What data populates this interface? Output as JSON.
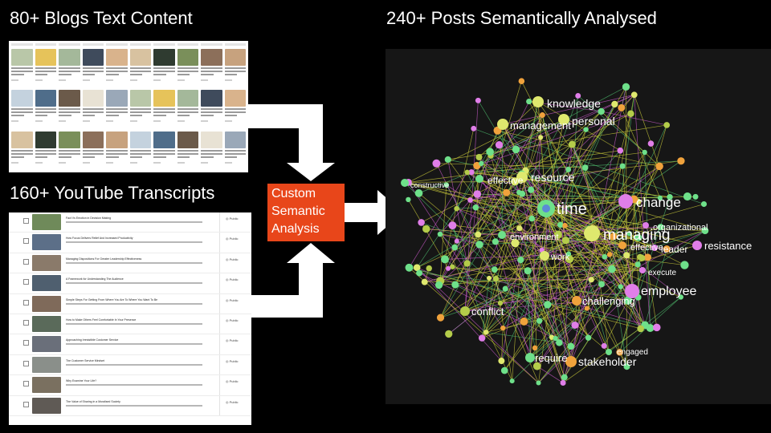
{
  "headings": {
    "blogs": "80+ Blogs Text Content",
    "youtube": "160+ YouTube Transcripts",
    "posts": "240+ Posts Semantically Analysed"
  },
  "analysis_box": {
    "line1": "Custom",
    "line2": "Semantic",
    "line3": "Analysis",
    "color": "#e8461a"
  },
  "youtube_list": {
    "rows": [
      {
        "title": "Fact Vs Emotion in Decision Making",
        "status": "Public"
      },
      {
        "title": "How Focus Delivers Relief And Increased Productivity",
        "status": "Public"
      },
      {
        "title": "Managing Dispositions For Greater Leadership Effectiveness",
        "status": "Public"
      },
      {
        "title": "A Framework for Understanding The Audience",
        "status": "Public"
      },
      {
        "title": "Simple Steps For Getting From Where You Are To Where You Want To Be",
        "status": "Public"
      },
      {
        "title": "How to Make Others Feel Comfortable In Your Presence",
        "status": "Public"
      },
      {
        "title": "Approaching Irresistible Customer Service",
        "status": "Public"
      },
      {
        "title": "The Customer Service Mindset",
        "status": "Public"
      },
      {
        "title": "Why Examine Your Life?",
        "status": "Public"
      },
      {
        "title": "The Value of Sharing in a Moralised Society",
        "status": "Public"
      }
    ]
  },
  "graph": {
    "labels": {
      "time": "time",
      "managing": "managing",
      "change": "change",
      "employee": "employee",
      "knowledge": "knowledge",
      "management": "management",
      "personal": "personal",
      "resource": "resource",
      "effective": "effective",
      "constructive": "constructive",
      "environment": "environment",
      "work": "work",
      "organizational": "organizational",
      "resistance": "resistance",
      "effective2": "effective",
      "leader": "leader",
      "execute": "execute",
      "challenging": "challenging",
      "conflict": "conflict",
      "require": "require",
      "stakeholder": "stakeholder",
      "engaged": "engaged"
    },
    "colors": {
      "green": "#6ee08a",
      "yellow": "#dfe86e",
      "orange": "#f0a23c",
      "pink": "#e07ee8",
      "olive": "#b4cc4a",
      "blue": "#5b8ad6",
      "edge_yellow": "#c9c93a",
      "edge_pink": "#c85ac8",
      "edge_green": "#4dbb6c"
    }
  }
}
